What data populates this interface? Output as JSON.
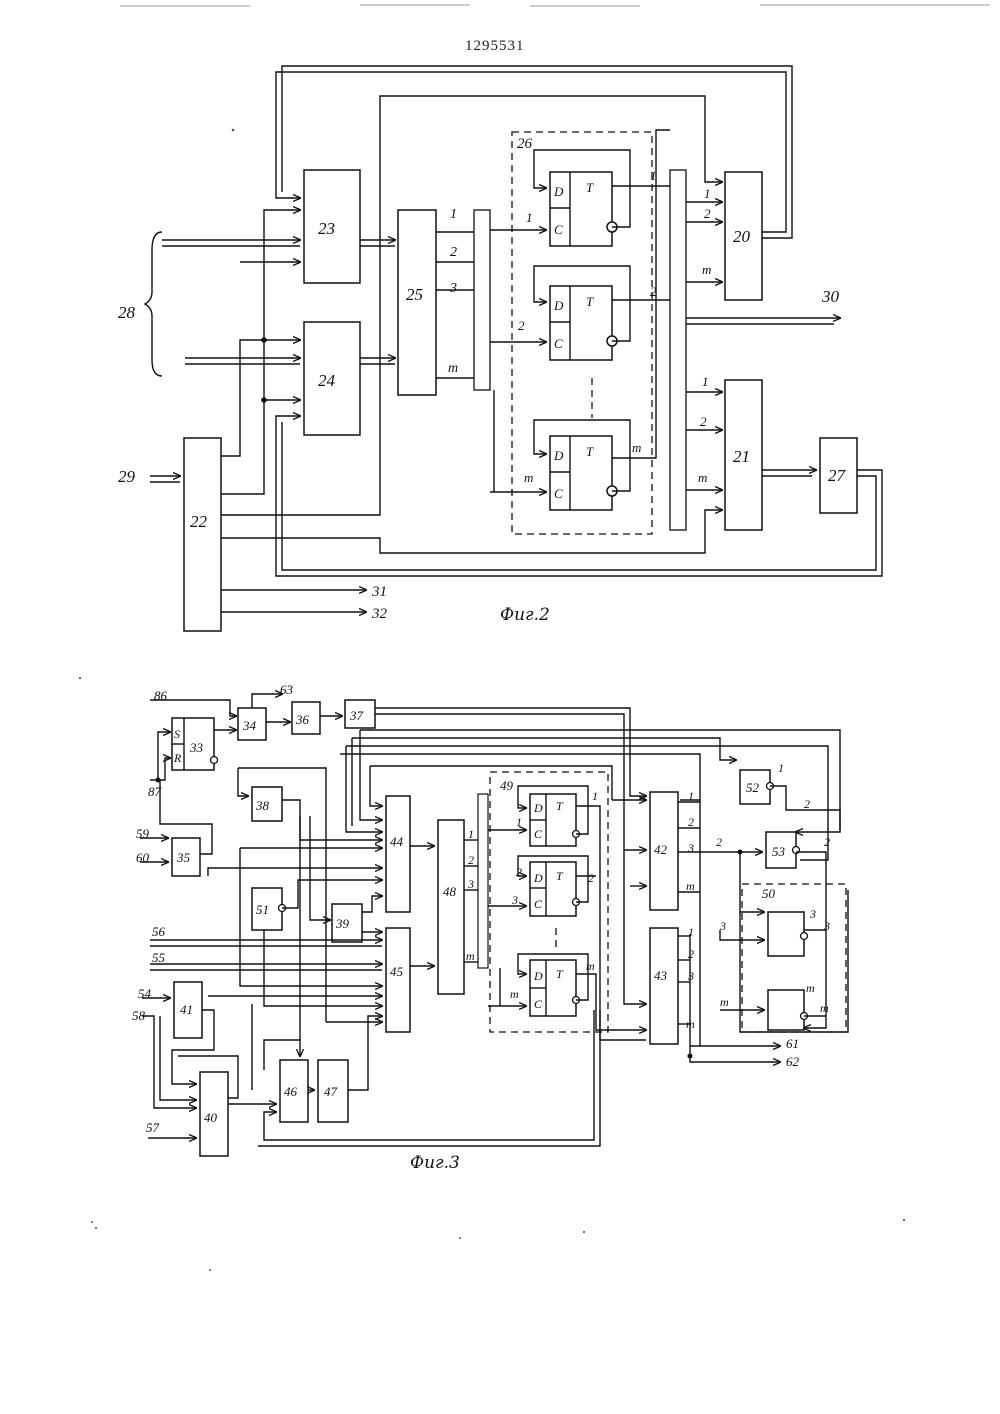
{
  "patent_number": "1295531",
  "fig2": {
    "caption": "Фиг.2",
    "blocks": {
      "b20": "20",
      "b21": "21",
      "b22": "22",
      "b23": "23",
      "b24": "24",
      "b25": "25",
      "b27": "27",
      "b26": "26"
    },
    "bus_labels": {
      "in28": "28",
      "in29": "29",
      "out30": "30",
      "out31": "31",
      "out32": "32"
    },
    "pin_labels": {
      "one": "1",
      "two": "2",
      "three": "3",
      "m": "m",
      "D": "D",
      "C": "C",
      "T": "T"
    }
  },
  "fig3": {
    "caption": "Фиг.3",
    "blocks": {
      "b33": "33",
      "b34": "34",
      "b35": "35",
      "b36": "36",
      "b37": "37",
      "b38": "38",
      "b39": "39",
      "b40": "40",
      "b41": "41",
      "b42": "42",
      "b43": "43",
      "b44": "44",
      "b45": "45",
      "b46": "46",
      "b47": "47",
      "b48": "48",
      "b49": "49",
      "b50": "50",
      "b51": "51",
      "b52": "52",
      "b53": "53"
    },
    "bus_labels": {
      "i54": "54",
      "i55": "55",
      "i56": "56",
      "i57": "57",
      "i58": "58",
      "i59": "59",
      "i60": "60",
      "o61": "61",
      "o62": "62",
      "o63": "63",
      "i86": "86",
      "i87": "87"
    },
    "pin_labels": {
      "S": "S",
      "R": "R",
      "one": "1",
      "two": "2",
      "three": "3",
      "m": "m",
      "D": "D",
      "C": "C",
      "T": "T"
    }
  }
}
